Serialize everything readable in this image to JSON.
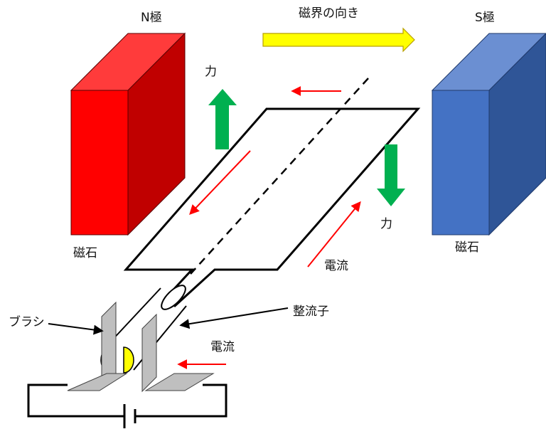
{
  "labels": {
    "n_pole": "N極",
    "s_pole": "S極",
    "field_direction": "磁界の向き",
    "force_up": "力",
    "force_down": "力",
    "magnet_left": "磁石",
    "magnet_right": "磁石",
    "current_coil": "電流",
    "current_bottom": "電流",
    "brush": "ブラシ",
    "commutator": "整流子"
  },
  "colors": {
    "n_magnet_front": "#ff0000",
    "n_magnet_top": "#ff3b3b",
    "n_magnet_side": "#c00000",
    "s_magnet_front": "#4472c4",
    "s_magnet_top": "#6b8fd2",
    "s_magnet_side": "#2f5597",
    "field_arrow": "#ffff00",
    "force_arrow": "#00b050",
    "current_arrow": "#ff0000",
    "brush_blue": "#4472c4",
    "brush_yellow": "#ffff00",
    "brush_plate": "#bfbfbf"
  }
}
